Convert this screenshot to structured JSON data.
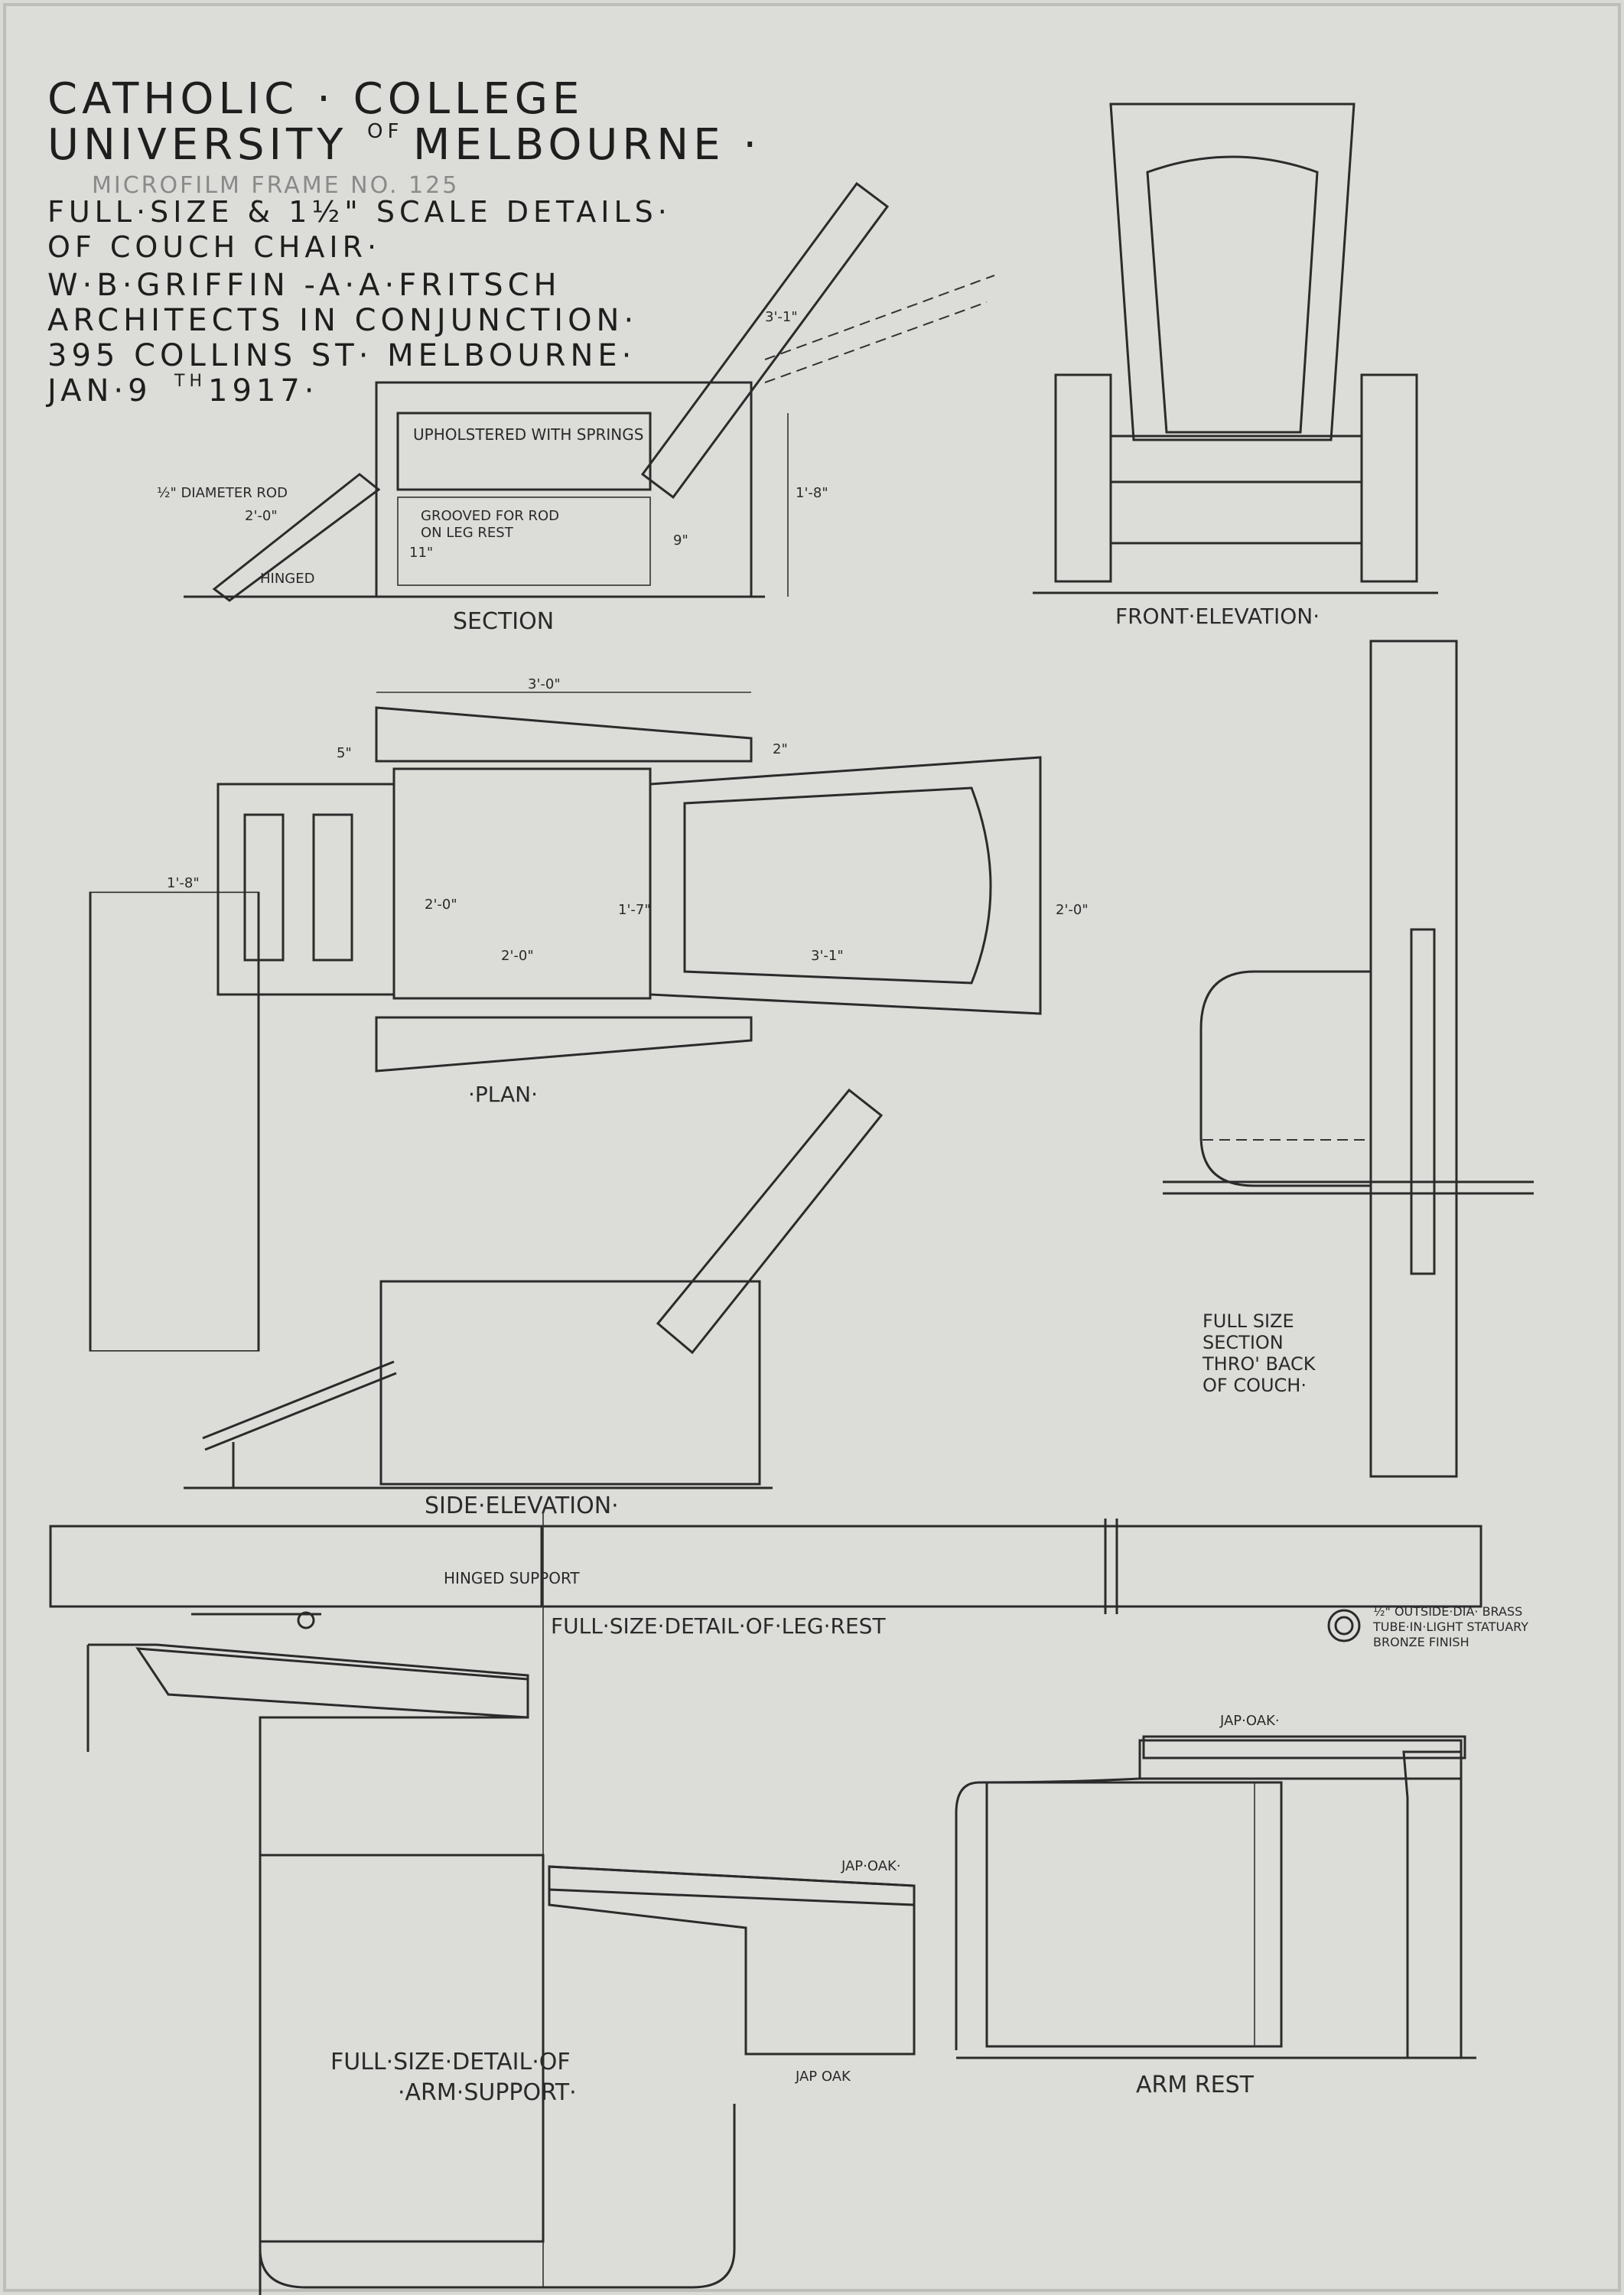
{
  "title": {
    "line1": "CATHOLIC · COLLEGE",
    "line2a": "UNIVERSITY",
    "line2b": "OF",
    "line2c": "MELBOURNE ·",
    "microfilm": "MICROFILM FRAME NO. 125",
    "line3": "FULL·SIZE & 1½\" SCALE DETAILS·",
    "line4": "OF COUCH CHAIR·",
    "line5": "W·B·GRIFFIN -A·A·FRITSCH",
    "line6": "ARCHITECTS IN CONJUNCTION·",
    "line7": "395 COLLINS ST· MELBOURNE·",
    "line8a": "JAN·9",
    "line8b": "TH",
    "line8c": "1917·"
  },
  "views": {
    "section": "SECTION",
    "front_elevation": "FRONT·ELEVATION·",
    "plan": "·PLAN·",
    "side_elevation": "SIDE·ELEVATION·",
    "leg_rest": "FULL·SIZE·DETAIL·OF·LEG·REST",
    "arm_support_1": "FULL·SIZE·DETAIL·OF",
    "arm_support_2": "·ARM·SUPPORT·",
    "arm_rest": "ARM REST",
    "back_section_1": "FULL SIZE",
    "back_section_2": "SECTION",
    "back_section_3": "THRO' BACK",
    "back_section_4": "OF COUCH·"
  },
  "notes": {
    "upholstered": "UPHOLSTERED WITH SPRINGS",
    "rod": "½\" DIAMETER ROD",
    "grooved_1": "GROOVED FOR ROD",
    "grooved_2": "ON LEG REST",
    "hinged": "HINGED",
    "hinged_support": "HINGED SUPPORT",
    "tube_1": "½\" OUTSIDE·DIA· BRASS",
    "tube_2": "TUBE·IN·LIGHT STATUARY",
    "tube_3": "BRONZE FINISH",
    "jap_oak_1": "JAP·OAK·",
    "jap_oak_2": "JAP·OAK·",
    "jap_oak_3": "JAP OAK"
  },
  "dimensions": {
    "leg_rest_len": "2'-0\"",
    "back_len": "3'-1\"",
    "height": "1'-8\"",
    "seat_h": "9\"",
    "floor": "11\"",
    "plan_width": "3'-0\"",
    "arm_5": "5\"",
    "arm_2": "2\"",
    "plan_left": "1'-8\"",
    "seat_depth": "2'-0\"",
    "seat_width": "2'-0\"",
    "mid": "1'-7\"",
    "back_plan": "3'-1\"",
    "back_width": "2'-0\""
  },
  "colors": {
    "paper": "#d9d9d6",
    "ink": "#2b2b2b"
  }
}
